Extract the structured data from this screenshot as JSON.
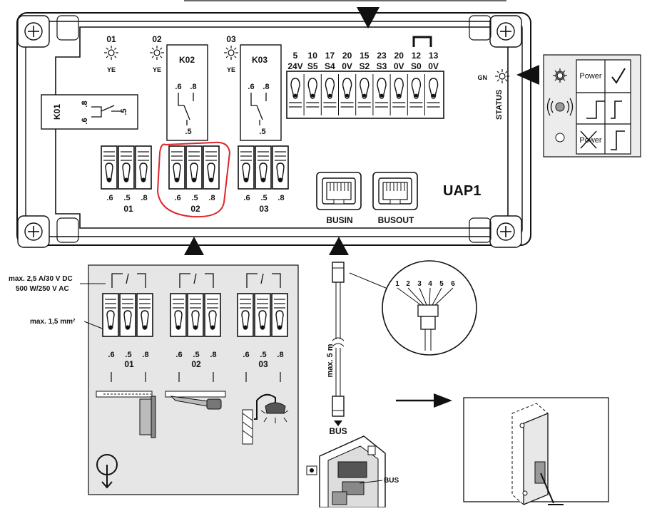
{
  "module": {
    "name": "UAP1",
    "leds": [
      {
        "num": "01",
        "color": "YE"
      },
      {
        "num": "02",
        "color": "YE"
      },
      {
        "num": "03",
        "color": "YE"
      }
    ],
    "status_led": {
      "label": "STATUS",
      "color": "GN"
    },
    "relays": [
      {
        "name": "K01",
        "c6": ".6",
        "c8": ".8",
        "c5": ".5"
      },
      {
        "name": "K02",
        "c6": ".6",
        "c8": ".8",
        "c5": ".5"
      },
      {
        "name": "K03",
        "c6": ".6",
        "c8": ".8",
        "c5": ".5"
      }
    ],
    "output_blocks": [
      {
        "pins": [
          ".6",
          ".5",
          ".8"
        ],
        "label": "01"
      },
      {
        "pins": [
          ".6",
          ".5",
          ".8"
        ],
        "label": "02"
      },
      {
        "pins": [
          ".6",
          ".5",
          ".8"
        ],
        "label": "03"
      }
    ],
    "input_terminals": [
      {
        "top": "5",
        "bottom": "24V"
      },
      {
        "top": "10",
        "bottom": "S5"
      },
      {
        "top": "17",
        "bottom": "S4"
      },
      {
        "top": "20",
        "bottom": "0V"
      },
      {
        "top": "15",
        "bottom": "S2"
      },
      {
        "top": "23",
        "bottom": "S3"
      },
      {
        "top": "20",
        "bottom": "0V"
      },
      {
        "top": "12",
        "bottom": "S0"
      },
      {
        "top": "13",
        "bottom": "0V"
      }
    ],
    "bus_ports": [
      {
        "label": "BUSIN"
      },
      {
        "label": "BUSOUT"
      }
    ]
  },
  "status_legend": [
    {
      "text": "Power",
      "symbol": "check"
    },
    {
      "text": "",
      "symbol": "pulse"
    },
    {
      "text": "Power",
      "symbol": "crossed-pulse"
    }
  ],
  "wiring": {
    "rating_line1": "max. 2,5 A/30 V DC",
    "rating_line2": "500 W/250 V AC",
    "wire_size": "max. 1,5 mm²",
    "blocks": [
      {
        "pins": [
          ".6",
          ".5",
          ".8"
        ],
        "label": "01"
      },
      {
        "pins": [
          ".6",
          ".5",
          ".8"
        ],
        "label": "02"
      },
      {
        "pins": [
          ".6",
          ".5",
          ".8"
        ],
        "label": "03"
      }
    ]
  },
  "cable": {
    "length": "max. 5 m",
    "plug_label": "BUS",
    "pins": [
      "1",
      "2",
      "3",
      "4",
      "5",
      "6"
    ]
  },
  "device": {
    "label": "BUS"
  }
}
